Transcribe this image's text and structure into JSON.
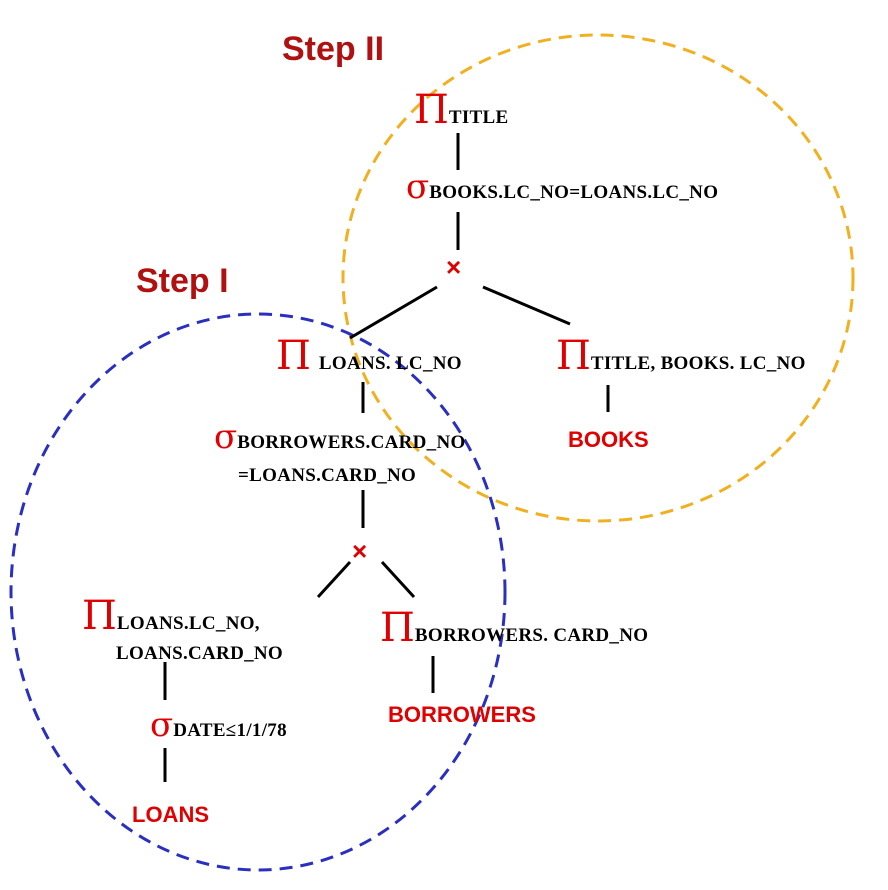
{
  "steps": {
    "step1": "Step I",
    "step2": "Step II"
  },
  "symbols": {
    "projection": "Π",
    "selection": "σ",
    "cross": "×"
  },
  "nodes": {
    "pi_title": "TITLE",
    "sigma_books_loans": "BOOKS.LC_NO=LOANS.LC_NO",
    "pi_loans_lcno": "LOANS. LC_NO",
    "pi_title_books": "TITLE, BOOKS. LC_NO",
    "relation_books": "BOOKS",
    "sigma_borrowers_line1": "BORROWERS.CARD_NO",
    "sigma_borrowers_line2": "=LOANS.CARD_NO",
    "pi_loans_line1": "LOANS.LC_NO,",
    "pi_loans_line2": "LOANS.CARD_NO",
    "pi_borrowers": "BORROWERS. CARD_NO",
    "relation_borrowers": "BORROWERS",
    "sigma_date": "DATE≤1/1/78",
    "relation_loans": "LOANS"
  },
  "colors": {
    "step_text": "#b01010",
    "operator": "#e00000",
    "step1_circle": "#2a2fc0",
    "step2_circle": "#f0b020",
    "edge": "#000000"
  }
}
